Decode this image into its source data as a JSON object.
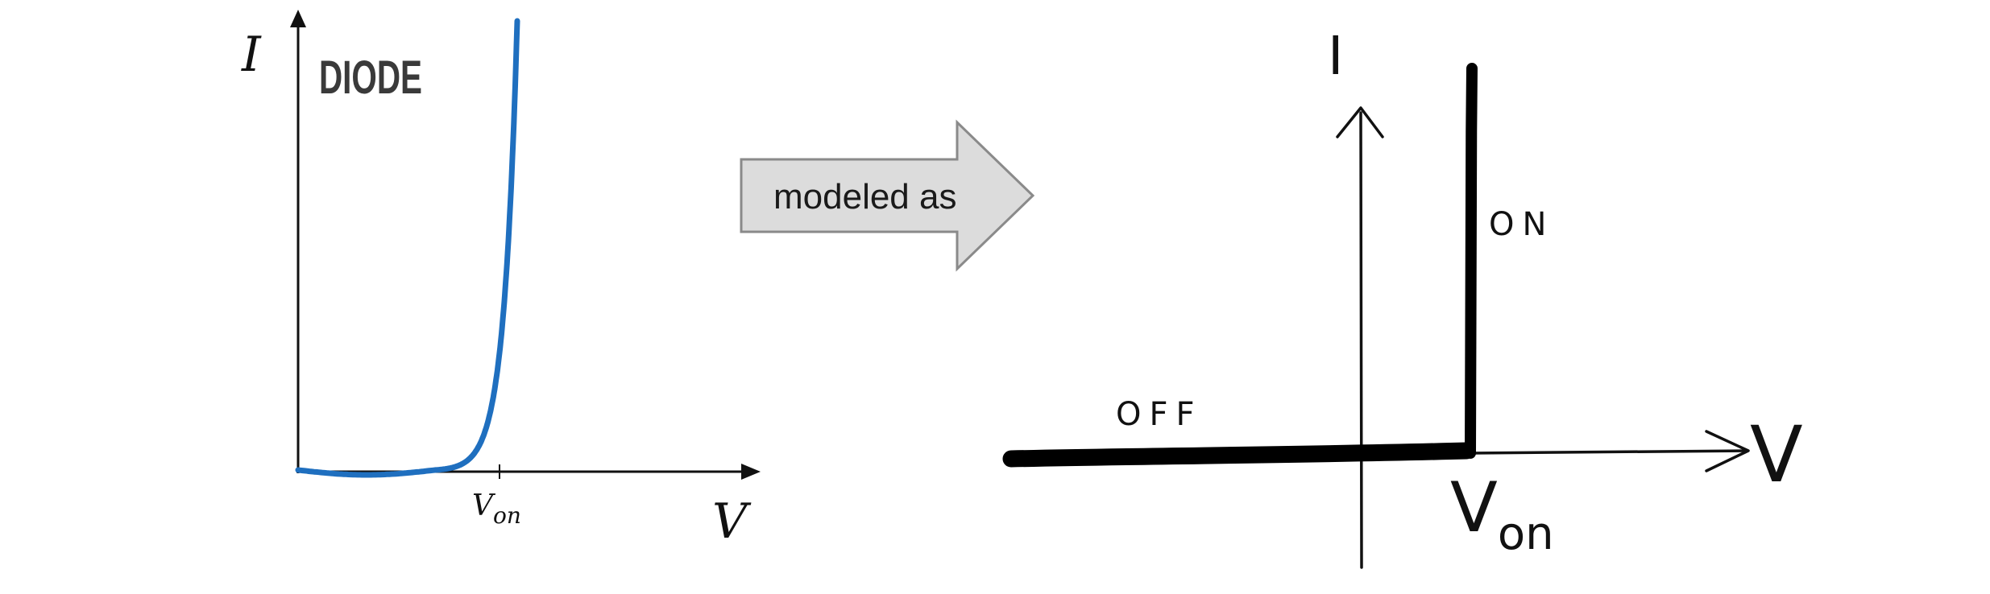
{
  "left_chart": {
    "title": "DIODE",
    "y_label": "I",
    "x_label": "V",
    "tick_label_main": "V",
    "tick_label_sub": "on",
    "curve_color": "#1f6fbf"
  },
  "arrow": {
    "label": "modeled as",
    "fill": "#dcdcdc",
    "stroke": "#8a8a8a"
  },
  "right_sketch": {
    "y_label": "I",
    "x_label": "V",
    "on_label": "ON",
    "off_label": "OFF",
    "von_main": "V",
    "von_sub": "on"
  }
}
